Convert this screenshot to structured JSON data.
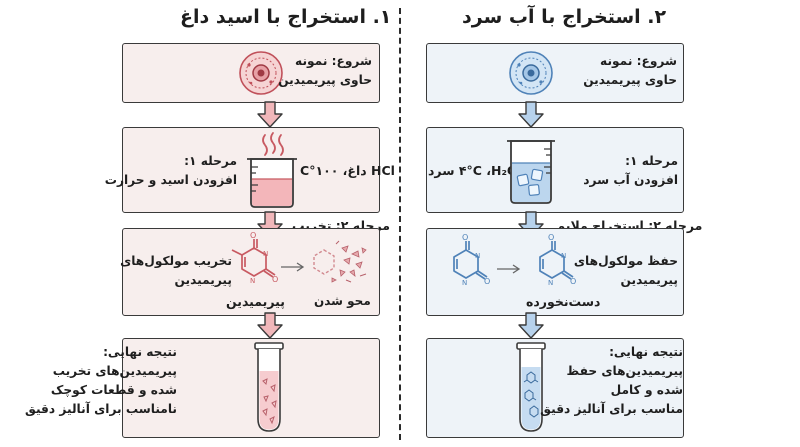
{
  "left": {
    "title": "۱. استخراج با اسید داغ",
    "start_line1": "شروع: نمونه",
    "start_line2": "حاوی پیریمیدین",
    "step1_title": "مرحله ۱:",
    "step1_desc": "افزودن اسید و حرارت",
    "step1_condition": "HCl داغ، ۱۰۰°C",
    "step2_label": "مرحله ۲: تخریب",
    "step2_desc_line1": "تخریب مولکول‌های",
    "step2_desc_line2": "پیریمیدین",
    "molecule_label": "پیریمیدین",
    "destroyed_label": "محو شدن",
    "result_title": "نتیجه نهایی:",
    "result_line1": "پیریمیدین‌های تخریب",
    "result_line2": "شده و قطعات کوچک",
    "result_line3": "نامناسب برای آنالیز دقیق"
  },
  "right": {
    "title": "۲. استخراج با آب سرد",
    "start_line1": "شروع: نمونه",
    "start_line2": "حاوی پیریمیدین",
    "step1_title": "مرحله ۱:",
    "step1_desc": "افزودن آب سرد",
    "step1_condition": "۴°C ،H₂O سرد",
    "step2_label": "مرحله ۲: استخراج ملایم",
    "step2_desc_line1": "حفظ مولکول‌های",
    "step2_desc_line2": "پیریمیدین",
    "intact_label": "دست‌نخورده",
    "result_title": "نتیجه نهایی:",
    "result_line1": "پیریمیدین‌های حفظ",
    "result_line2": "شده و کامل",
    "result_line3": "مناسب برای آنالیز دقیق"
  },
  "colors": {
    "acid_accent": "#d9707a",
    "cold_accent": "#4f82b8",
    "acid_fill": "#f3c3c5",
    "cold_fill": "#bcd6ee"
  }
}
